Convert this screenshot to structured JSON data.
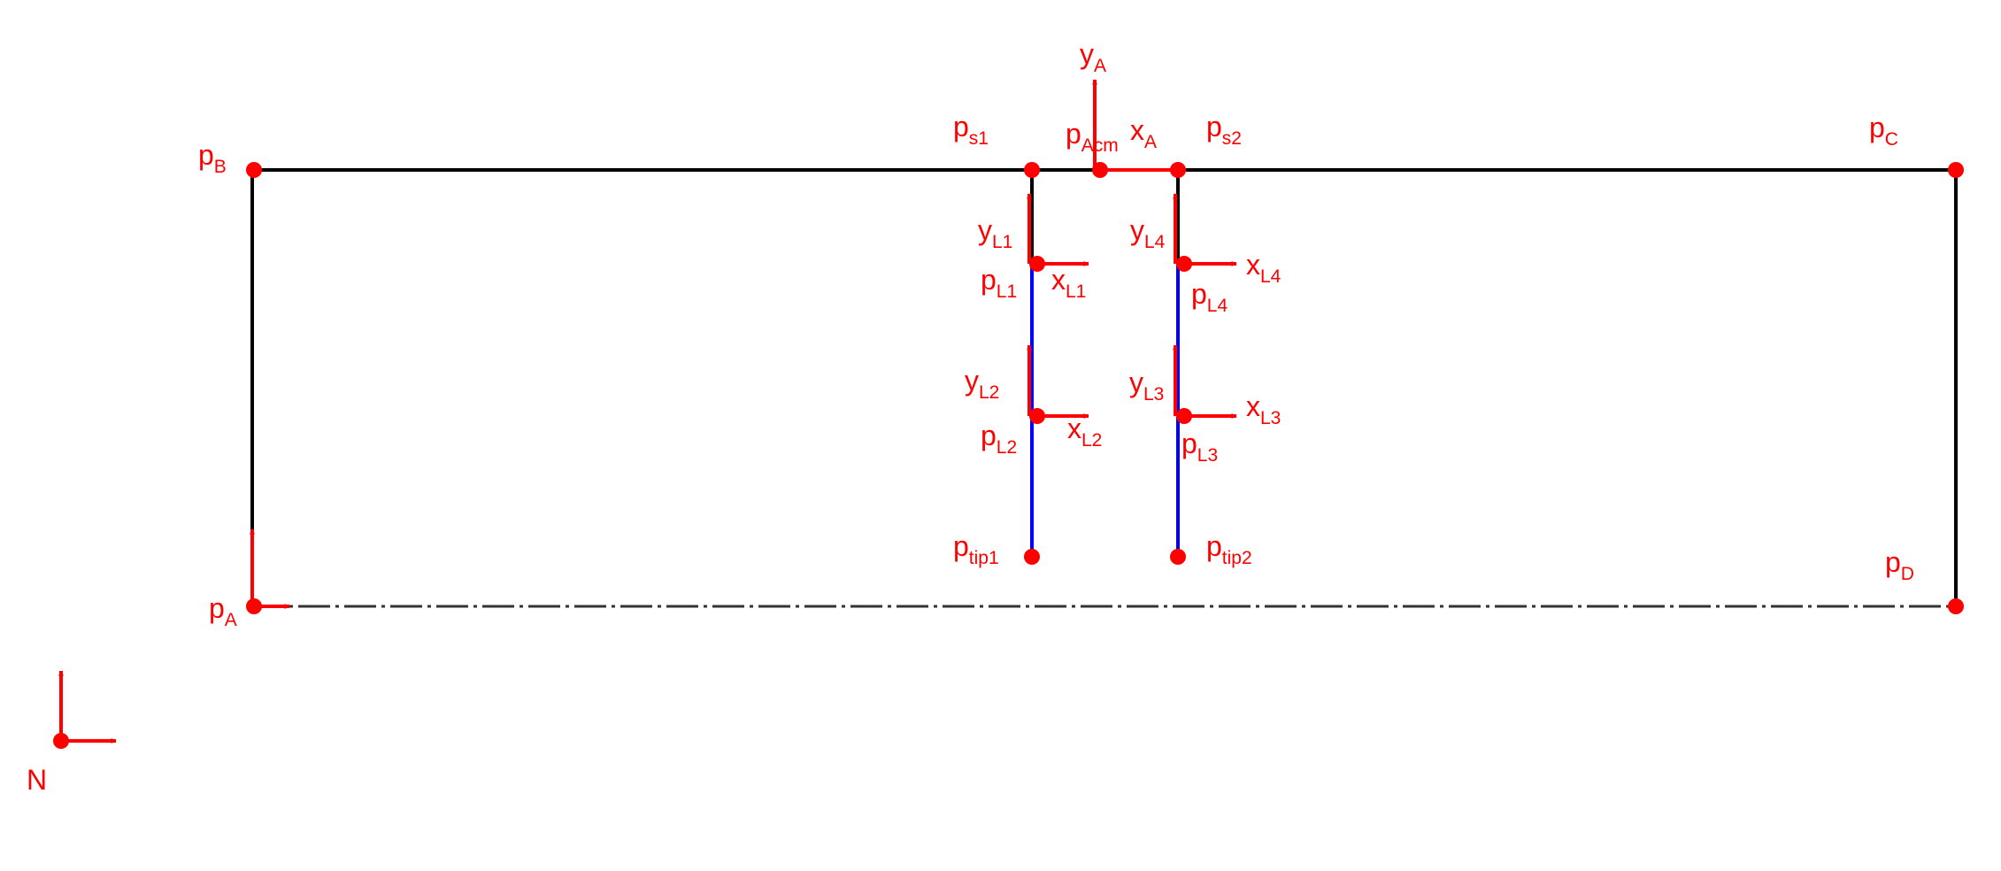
{
  "colors": {
    "frame": "#000000",
    "beam": "#0000ff",
    "marker": "#ff0000",
    "axis": "#ff0000",
    "centerline": "#000000"
  },
  "points": [
    {
      "id": "pB",
      "base": "p",
      "sub": "B"
    },
    {
      "id": "pC",
      "base": "p",
      "sub": "C"
    },
    {
      "id": "pD",
      "base": "p",
      "sub": "D"
    },
    {
      "id": "pA",
      "base": "p",
      "sub": "A"
    },
    {
      "id": "ps1",
      "base": "p",
      "sub": "s1"
    },
    {
      "id": "ps2",
      "base": "p",
      "sub": "s2"
    },
    {
      "id": "pAcm",
      "base": "p",
      "sub": "Acm"
    },
    {
      "id": "pL1",
      "base": "p",
      "sub": "L1"
    },
    {
      "id": "pL2",
      "base": "p",
      "sub": "L2"
    },
    {
      "id": "pL3",
      "base": "p",
      "sub": "L3"
    },
    {
      "id": "pL4",
      "base": "p",
      "sub": "L4"
    },
    {
      "id": "ptip1",
      "base": "p",
      "sub": "tip1"
    },
    {
      "id": "ptip2",
      "base": "p",
      "sub": "tip2"
    }
  ],
  "axes": [
    {
      "id": "xA",
      "base": "x",
      "sub": "A"
    },
    {
      "id": "yA",
      "base": "y",
      "sub": "A"
    },
    {
      "id": "xL1",
      "base": "x",
      "sub": "L1"
    },
    {
      "id": "yL1",
      "base": "y",
      "sub": "L1"
    },
    {
      "id": "xL2",
      "base": "x",
      "sub": "L2"
    },
    {
      "id": "yL2",
      "base": "y",
      "sub": "L2"
    },
    {
      "id": "xL3",
      "base": "x",
      "sub": "L3"
    },
    {
      "id": "yL3",
      "base": "y",
      "sub": "L3"
    },
    {
      "id": "xL4",
      "base": "x",
      "sub": "L4"
    },
    {
      "id": "yL4",
      "base": "y",
      "sub": "L4"
    }
  ],
  "frame_label": "N"
}
